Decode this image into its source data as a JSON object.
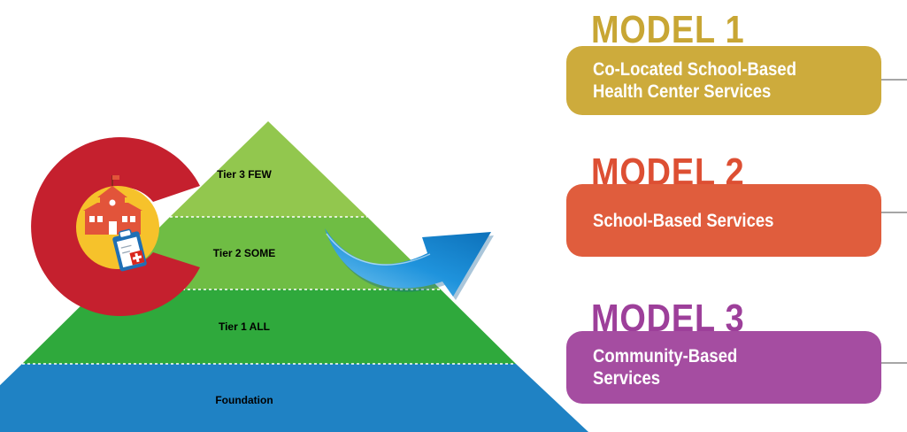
{
  "pyramid": {
    "tiers": [
      {
        "id": "tier3",
        "label": "Tier 3 FEW",
        "color": "#92c74e"
      },
      {
        "id": "tier2",
        "label": "Tier 2 SOME",
        "color": "#6fbd44"
      },
      {
        "id": "tier1",
        "label": "Tier 1 ALL",
        "color": "#2fa93c"
      },
      {
        "id": "foundation",
        "label": "Foundation",
        "color": "#1f82c4"
      }
    ]
  },
  "logo": {
    "icon": "colorado-school-health-logo",
    "colors": {
      "ring": "#c5202e",
      "sun": "#f6c22b",
      "school": "#e2543a",
      "clipboard": "#1f6fb5",
      "cross": "#d9261c"
    }
  },
  "arrow": {
    "icon": "curved-arrow-icon",
    "color": "#1a8fd8"
  },
  "models": [
    {
      "heading": "MODEL 1",
      "lines": [
        "Co-Located School-Based",
        "Health Center Services"
      ],
      "heading_color": "#c8a634",
      "box_color": "#cdab3c"
    },
    {
      "heading": "MODEL 2",
      "lines": [
        "School-Based Services"
      ],
      "heading_color": "#dd4f33",
      "box_color": "#e05d3d"
    },
    {
      "heading": "MODEL 3",
      "lines": [
        "Community-Based",
        "Services"
      ],
      "heading_color": "#9d3f9a",
      "box_color": "#a54da1"
    }
  ]
}
